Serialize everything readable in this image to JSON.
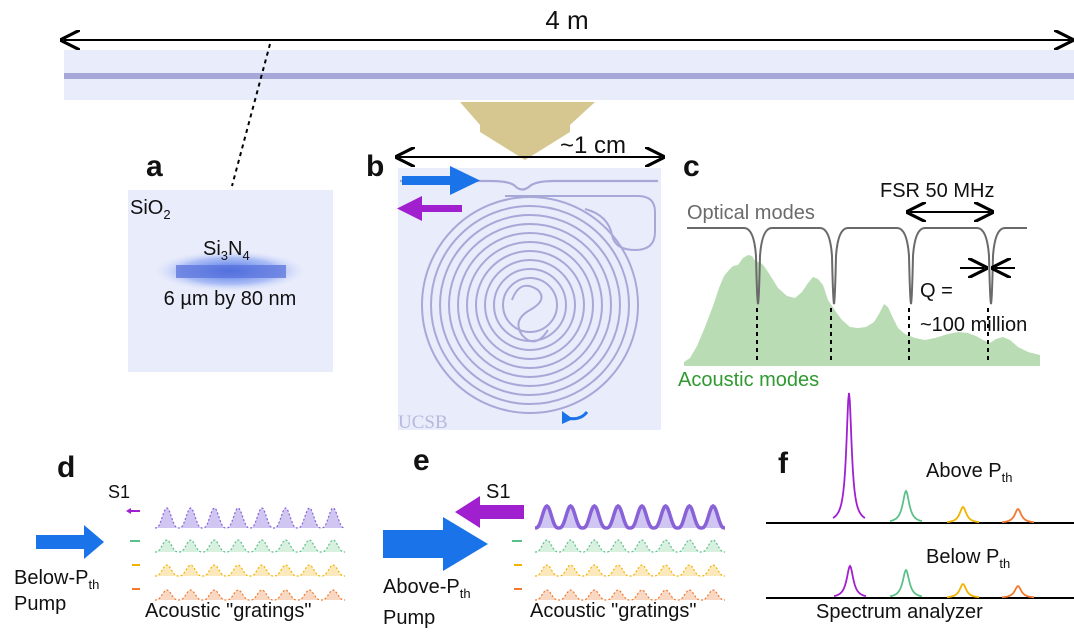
{
  "top": {
    "length_label": "4 m"
  },
  "panels": {
    "a": {
      "letter": "a",
      "cladding": "SiO",
      "cladding_sub": "2",
      "core_si": "Si",
      "core_si_sub": "3",
      "core_n": "N",
      "core_n_sub": "4",
      "dimensions": "6 µm by 80 nm"
    },
    "b": {
      "letter": "b",
      "scale_label": "~1 cm",
      "logo": "UCSB"
    },
    "c": {
      "letter": "c",
      "fsr_label": "FSR 50 MHz",
      "optical_label": "Optical modes",
      "q_label_1": "Q =",
      "q_label_2": "~100 million",
      "acoustic_label": "Acoustic modes"
    },
    "d": {
      "letter": "d",
      "s1": "S1",
      "pump_1": "Below-P",
      "pump_sub": "th",
      "pump_2": "Pump",
      "gratings": "Acoustic \"gratings\""
    },
    "e": {
      "letter": "e",
      "s1": "S1",
      "pump_1": "Above-P",
      "pump_sub": "th",
      "pump_2": "Pump",
      "gratings": "Acoustic \"gratings\""
    },
    "f": {
      "letter": "f",
      "above": "Above P",
      "above_sub": "th",
      "below": "Below P",
      "below_sub": "th",
      "analyzer": "Spectrum analyzer"
    }
  },
  "colors": {
    "waveguide": "#a8a8d8",
    "waveguide_bg": "#e9ecfb",
    "pump_blue": "#1a73e8",
    "s1_purple": "#a020d0",
    "arrow_tan": "#d6c790",
    "acoustic_green": "#b9dcb4",
    "acoustic_text": "#2f9a2f",
    "optical_gray": "#6a6a6a",
    "line_green": "#5cc08a",
    "line_yellow": "#f2b300",
    "line_orange": "#f07a30"
  }
}
